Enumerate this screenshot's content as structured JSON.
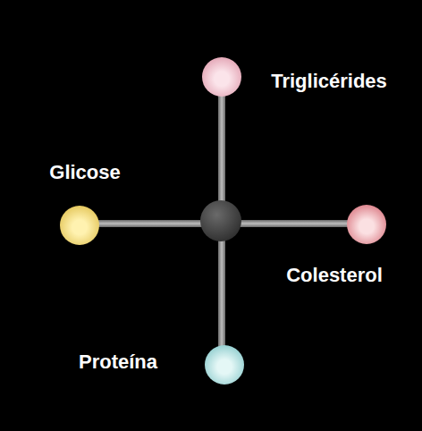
{
  "diagram": {
    "nodes": [
      {
        "text": [
          "Triglicérides"
        ]
      },
      {
        "text": [
          "Glicose"
        ]
      },
      {
        "text": [
          "Colesterol"
        ]
      },
      {
        "text": [
          "Proteína"
        ]
      }
    ]
  }
}
